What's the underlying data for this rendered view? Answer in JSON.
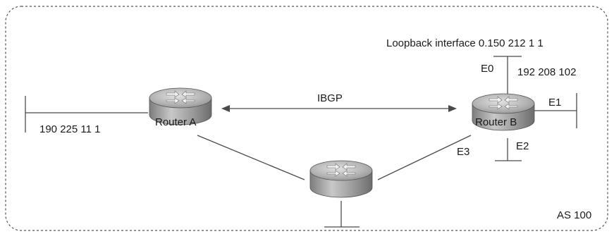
{
  "diagram": {
    "as_label": "AS 100",
    "ibgp_label": "IBGP",
    "loopback_label": "Loopback interface 0.150 212 1 1",
    "router_a": {
      "label": "Router A",
      "network": "190 225 11 1"
    },
    "router_b": {
      "label": "Router B",
      "network": "192 208 102",
      "interfaces": {
        "e0": "E0",
        "e1": "E1",
        "e2": "E2",
        "e3": "E3"
      }
    },
    "router_c": {
      "label": ""
    },
    "icon": "router-icon",
    "colors": {
      "border": "#555555",
      "line": "#4a4a4a",
      "router_top": "#a9a9a9",
      "router_side": "#8c8c8c"
    }
  }
}
